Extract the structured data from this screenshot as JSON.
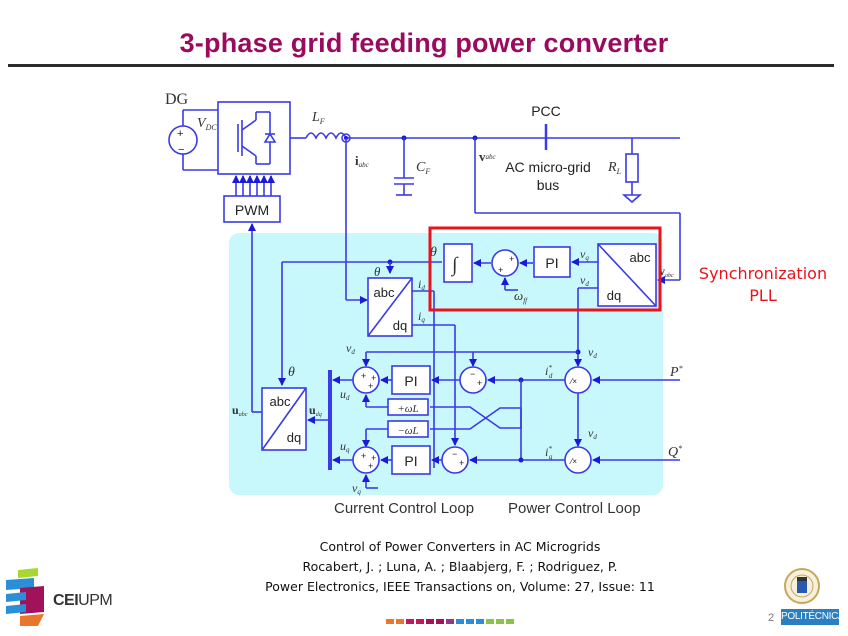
{
  "slide": {
    "title": "3-phase grid feeding power converter",
    "page_number": "2"
  },
  "diagram": {
    "labels": {
      "dg": "DG",
      "vdc": "V",
      "vdc_sub": "DC",
      "lf": "L",
      "lf_sub": "F",
      "cf": "C",
      "cf_sub": "F",
      "iabc": "i",
      "iabc_sub": "abc",
      "vabc": "v",
      "vabc_sub": "abc",
      "pcc": "PCC",
      "bus_line1": "AC micro-grid",
      "bus_line2": "bus",
      "rl": "R",
      "rl_sub": "L",
      "pwm": "PWM",
      "theta": "θ",
      "integral": "∫",
      "pi": "PI",
      "abc": "abc",
      "dq": "dq",
      "vq": "v",
      "vq_sub": "q",
      "vd": "v",
      "vd_sub": "d",
      "omega_ff": "ω",
      "omega_ff_sub": "ff",
      "id": "i",
      "id_sub": "d",
      "iq": "i",
      "iq_sub": "q",
      "ud": "u",
      "ud_sub": "d",
      "uq": "u",
      "uq_sub": "q",
      "uabc": "u",
      "uabc_sub": "abc",
      "udq": "u",
      "udq_sub": "dq",
      "plus_wl": "+ωL",
      "minus_wl": "−ωL",
      "p_ref": "P",
      "q_ref": "Q",
      "star": "*",
      "current_loop": "Current Control Loop",
      "power_loop": "Power Control Loop"
    },
    "highlight": {
      "label_line1": "Synchronization",
      "label_line2": "PLL",
      "color": "#e8141b"
    },
    "colors": {
      "wire": "#3a3ae6",
      "panel": "#c8f8fb",
      "title": "#9a0a5e"
    }
  },
  "caption": {
    "line1": "Control of Power Converters in AC Microgrids",
    "line2": "Rocabert, J. ; Luna, A. ; Blaabjerg, F. ; Rodriguez, P.",
    "line3": "Power Electronics, IEEE Transactions on, Volume:  27, Issue: 11"
  },
  "footer": {
    "left_logo": "CEI",
    "left_logo_suffix": "UPM",
    "right_logo": "POLITÉCNICA",
    "squares": [
      "#e8762b",
      "#e8762b",
      "#c2185b",
      "#c2185b",
      "#a0135a",
      "#a0135a",
      "#8e3a8f",
      "#2a8fd6",
      "#2a8fd6",
      "#2a8fd6",
      "#8bc34a",
      "#8bc34a",
      "#8bc34a"
    ]
  }
}
